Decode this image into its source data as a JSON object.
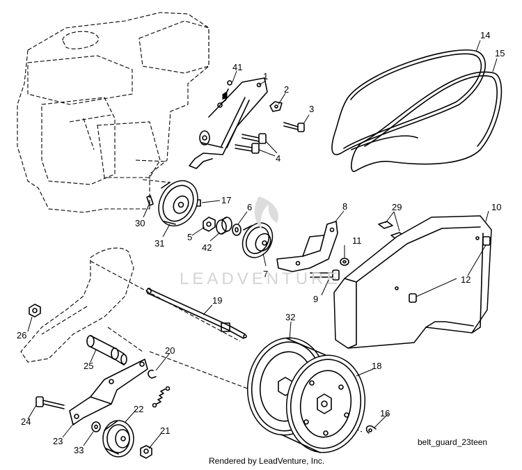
{
  "watermark": "LEADVENTURE",
  "diagram_ref": "belt_guard_23teen",
  "credit": "Rendered by LeadVenture, Inc.",
  "callouts": [
    "41",
    "1",
    "2",
    "3",
    "4",
    "14",
    "15",
    "17",
    "30",
    "31",
    "5",
    "42",
    "6",
    "7",
    "8",
    "29",
    "10",
    "11",
    "12",
    "9",
    "19",
    "26",
    "32",
    "18",
    "25",
    "20",
    "24",
    "22",
    "23",
    "33",
    "21",
    "16"
  ]
}
